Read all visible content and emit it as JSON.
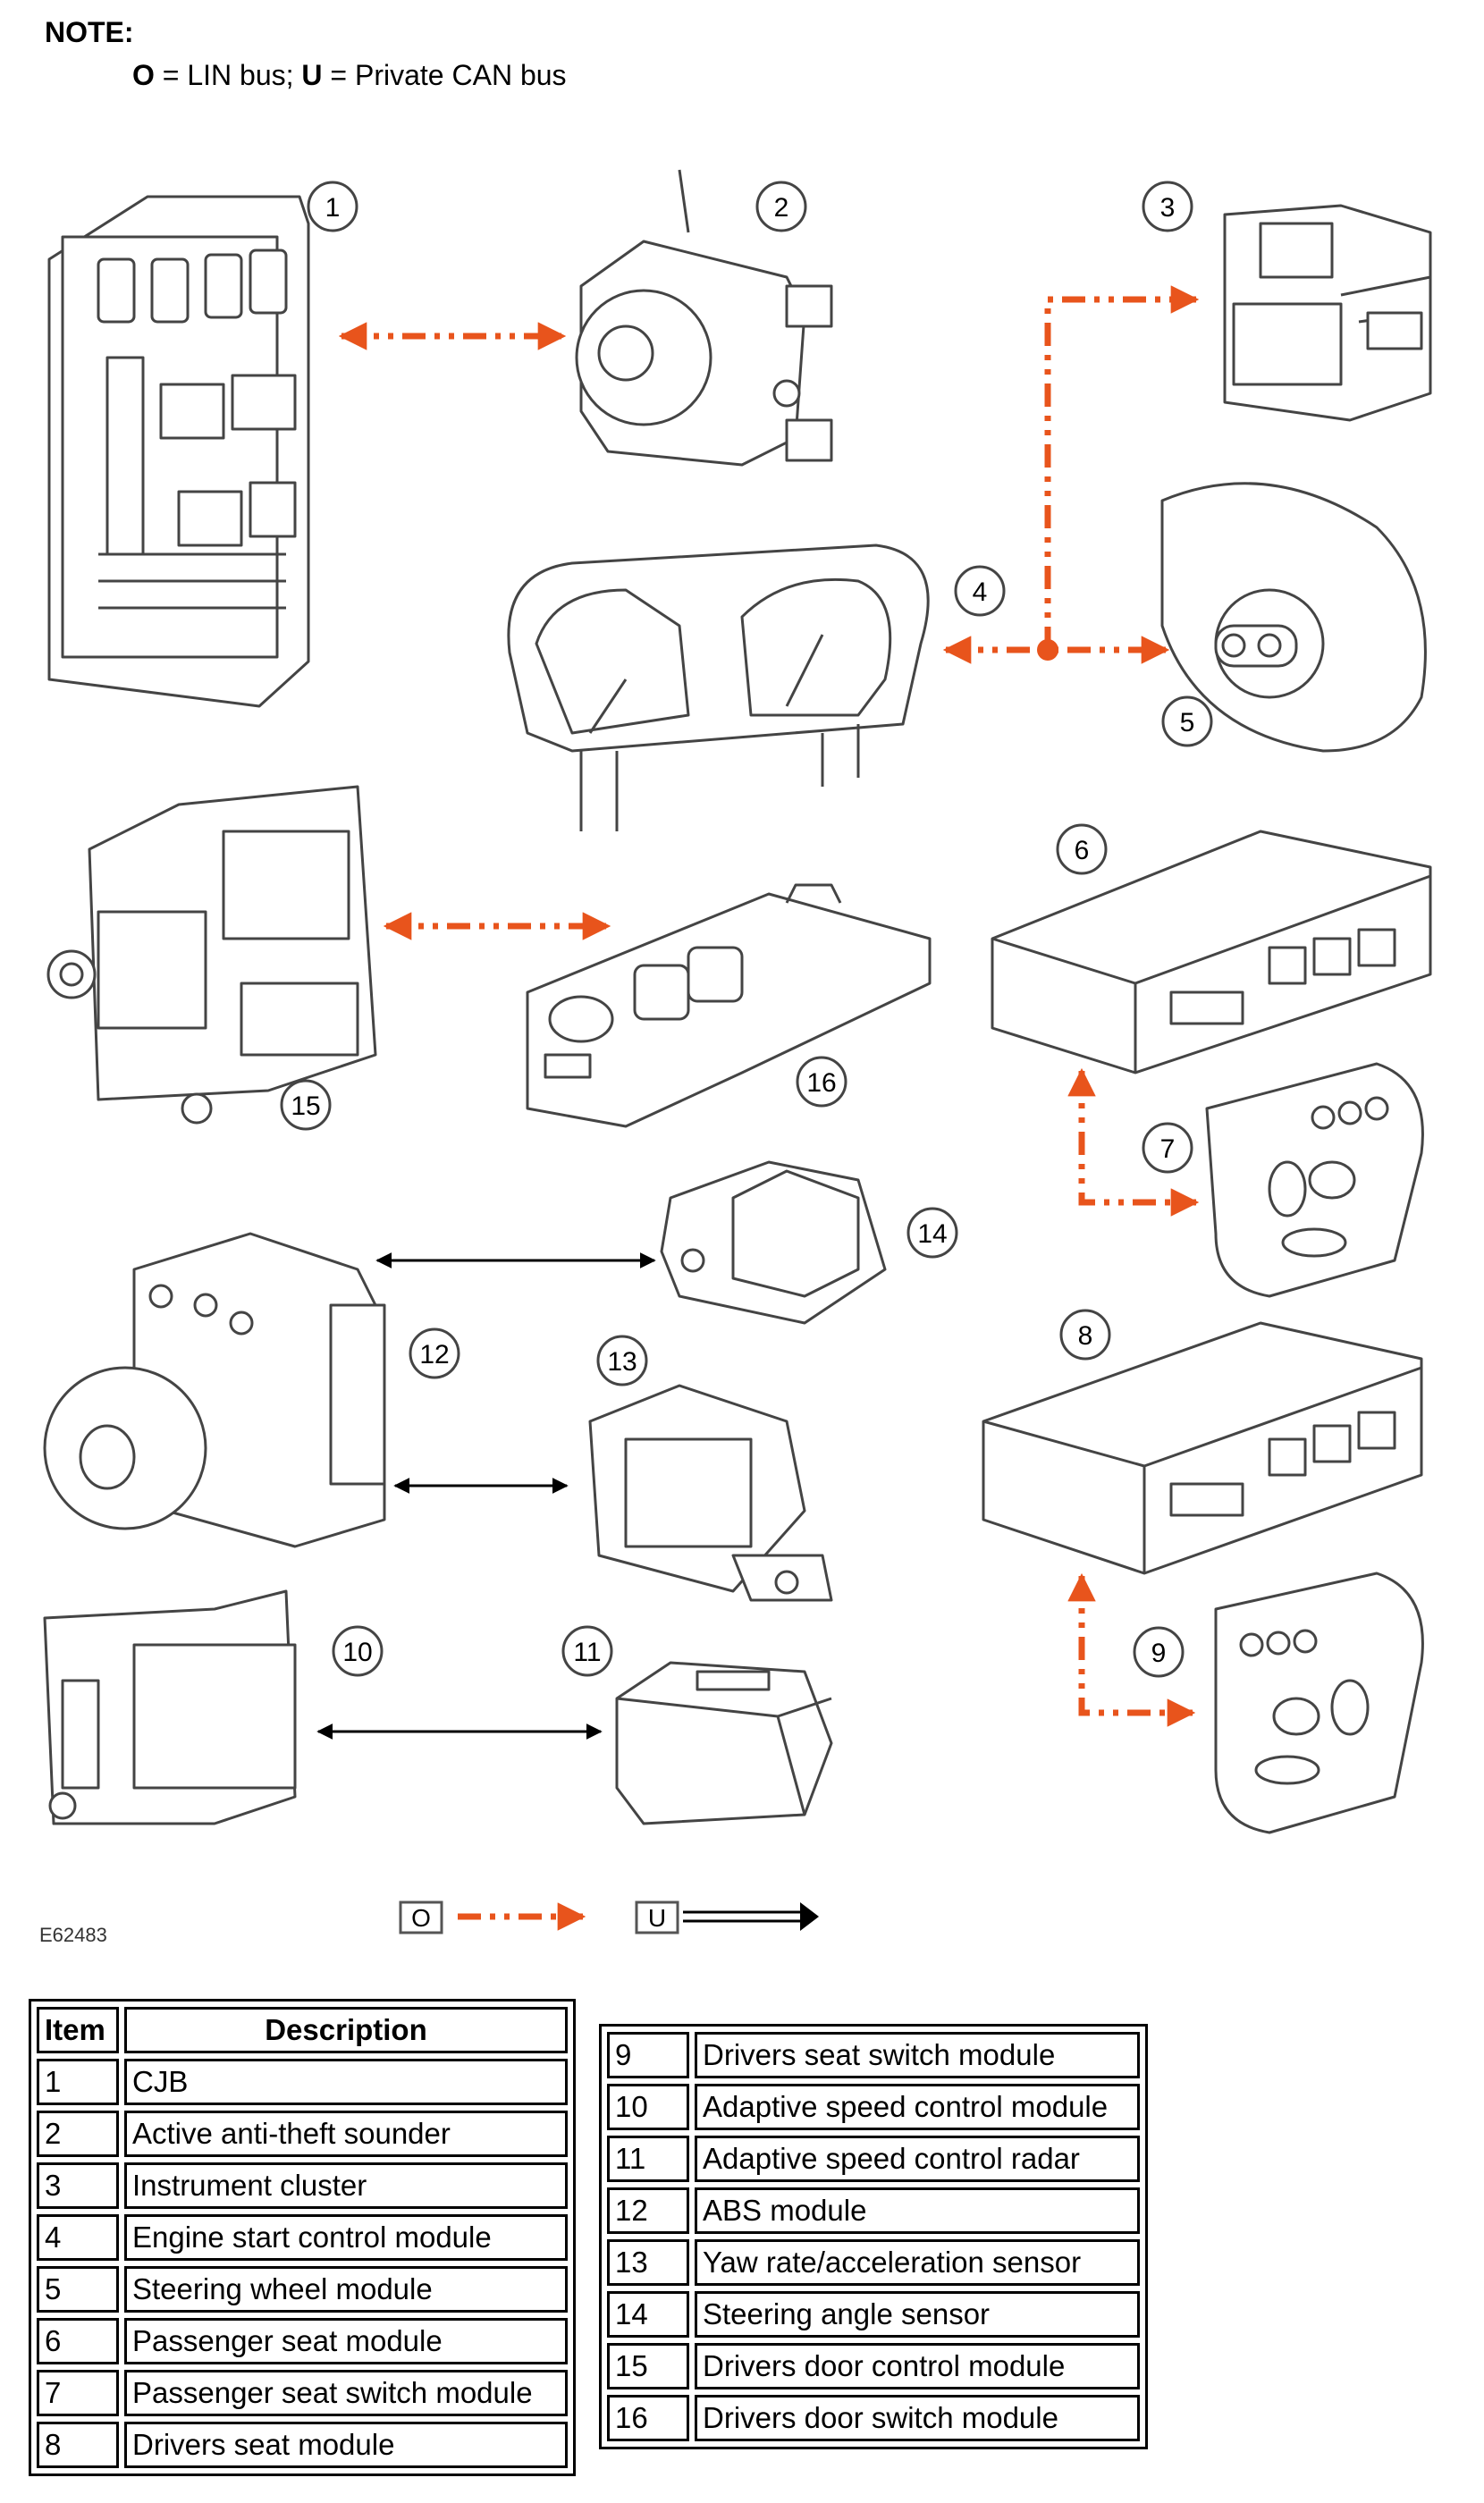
{
  "note": {
    "title": "NOTE:",
    "o_symbol": "O",
    "o_text": " = LIN bus; ",
    "u_symbol": "U",
    "u_text": " = Private CAN bus"
  },
  "callouts": [
    "1",
    "2",
    "3",
    "4",
    "5",
    "6",
    "7",
    "8",
    "9",
    "10",
    "11",
    "12",
    "13",
    "14",
    "15",
    "16"
  ],
  "figure_id": "E62483",
  "key": {
    "lin_symbol": "O",
    "can_symbol": "U"
  },
  "colors": {
    "lin": "#e8541c",
    "can": "#000000",
    "drawing": "#444444"
  },
  "table": {
    "headers": {
      "item": "Item",
      "description": "Description"
    },
    "rows": [
      {
        "item": "1",
        "description": "CJB"
      },
      {
        "item": "2",
        "description": "Active anti-theft sounder"
      },
      {
        "item": "3",
        "description": "Instrument cluster"
      },
      {
        "item": "4",
        "description": "Engine start control module"
      },
      {
        "item": "5",
        "description": "Steering wheel module"
      },
      {
        "item": "6",
        "description": "Passenger seat module"
      },
      {
        "item": "7",
        "description": "Passenger seat switch module"
      },
      {
        "item": "8",
        "description": "Drivers seat module"
      },
      {
        "item": "9",
        "description": "Drivers seat switch module"
      },
      {
        "item": "10",
        "description": "Adaptive speed control module"
      },
      {
        "item": "11",
        "description": "Adaptive speed control radar"
      },
      {
        "item": "12",
        "description": "ABS module"
      },
      {
        "item": "13",
        "description": "Yaw rate/acceleration sensor"
      },
      {
        "item": "14",
        "description": "Steering angle sensor"
      },
      {
        "item": "15",
        "description": "Drivers door control module"
      },
      {
        "item": "16",
        "description": "Drivers door switch module"
      }
    ]
  }
}
